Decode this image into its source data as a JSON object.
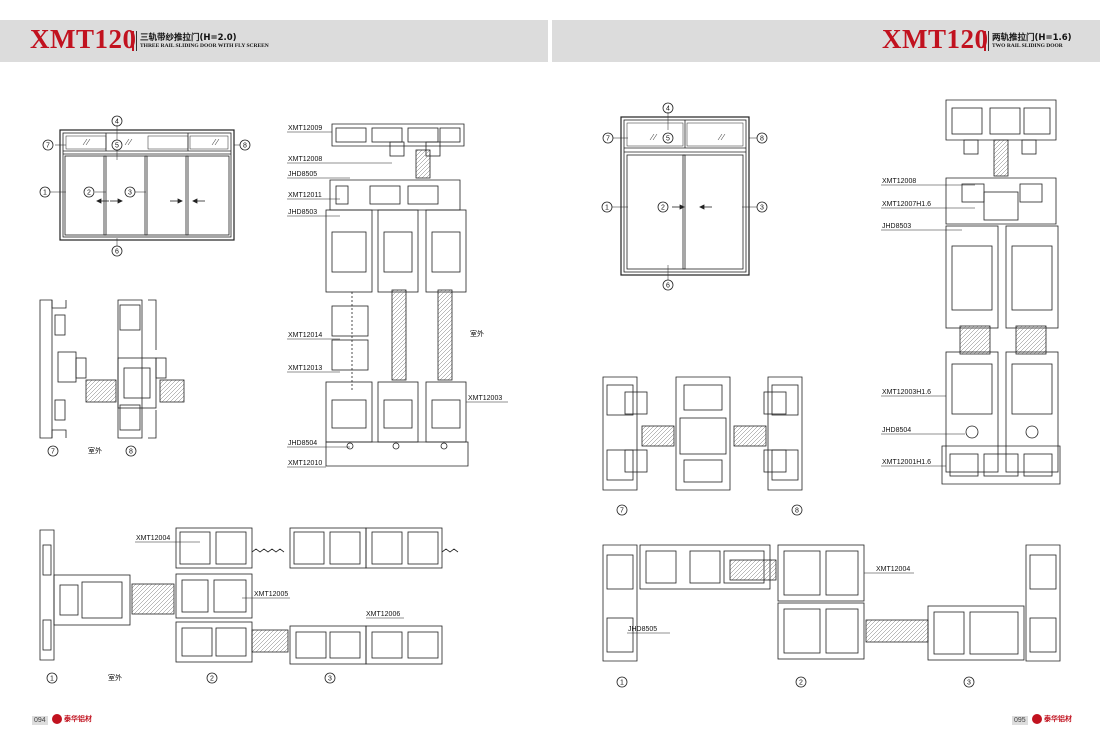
{
  "left_page": {
    "model": "XMT120",
    "title_cn": "三轨带纱推拉门(H=2.0)",
    "title_en": "THREE RAIL SLIDING DOOR WITH FLY SCREEN",
    "page_number": "094",
    "outdoor_label": "室外",
    "elevation_callouts": [
      "1",
      "2",
      "3",
      "4",
      "5",
      "6",
      "7",
      "8"
    ],
    "detail_callouts": [
      "7",
      "8"
    ],
    "section_callouts": [
      "1",
      "2",
      "3"
    ],
    "profile_labels": [
      "XMT12009",
      "XMT12008",
      "JHD8505",
      "XMT12011",
      "JHD8503",
      "XMT12014",
      "XMT12013",
      "XMT12003",
      "JHD8504",
      "XMT12010",
      "XMT12004",
      "XMT12005",
      "XMT12006"
    ]
  },
  "right_page": {
    "model": "XMT120",
    "title_cn": "两轨推拉门(H=1.6)",
    "title_en": "TWO RAIL SLIDING DOOR",
    "page_number": "095",
    "elevation_callouts": [
      "1",
      "2",
      "3",
      "4",
      "5",
      "6",
      "7",
      "8"
    ],
    "detail_callouts": [
      "7",
      "8"
    ],
    "section_callouts": [
      "1",
      "2",
      "3"
    ],
    "profile_labels": [
      "XMT12008",
      "XMT12007H1.6",
      "JHD8503",
      "XMT12003H1.6",
      "JHD8504",
      "XMT12001H1.6",
      "XMT12004",
      "JHD8505"
    ]
  },
  "brand": "泰华铝材",
  "colors": {
    "accent": "#c1121f",
    "header_bg": "#dcdcdc",
    "line": "#222222"
  }
}
